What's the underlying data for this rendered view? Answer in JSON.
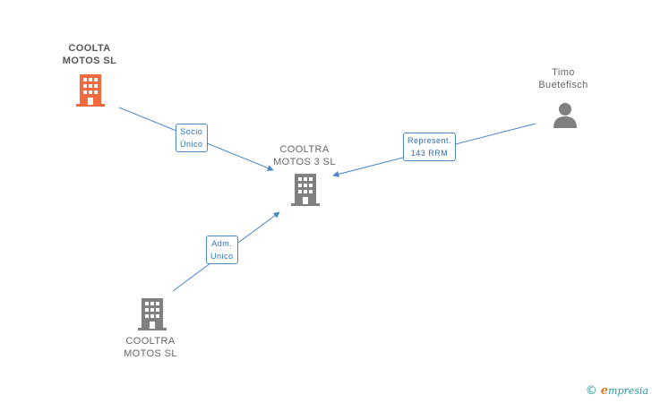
{
  "nodes": {
    "coolta": {
      "line1": "COOLTA",
      "line2": "MOTOS SL",
      "color": "#f26a3d",
      "kind": "company"
    },
    "center": {
      "line1": "COOLTRA",
      "line2": "MOTOS 3 SL",
      "color": "#808080",
      "kind": "company"
    },
    "timo": {
      "line1": "Timo",
      "line2": "Buetefisch",
      "color": "#808080",
      "kind": "person"
    },
    "cooltra": {
      "line1": "COOLTRA",
      "line2": "MOTOS SL",
      "color": "#808080",
      "kind": "company"
    }
  },
  "edges": {
    "socio": {
      "line1": "Socio",
      "line2": "Único"
    },
    "represent": {
      "line1": "Represent.",
      "line2": "143 RRM"
    },
    "adm": {
      "line1": "Adm.",
      "line2": "Unico"
    }
  },
  "colors": {
    "edge": "#4a86c8"
  },
  "brand": {
    "copyright": "©",
    "initial": "e",
    "rest": "mpresia"
  }
}
